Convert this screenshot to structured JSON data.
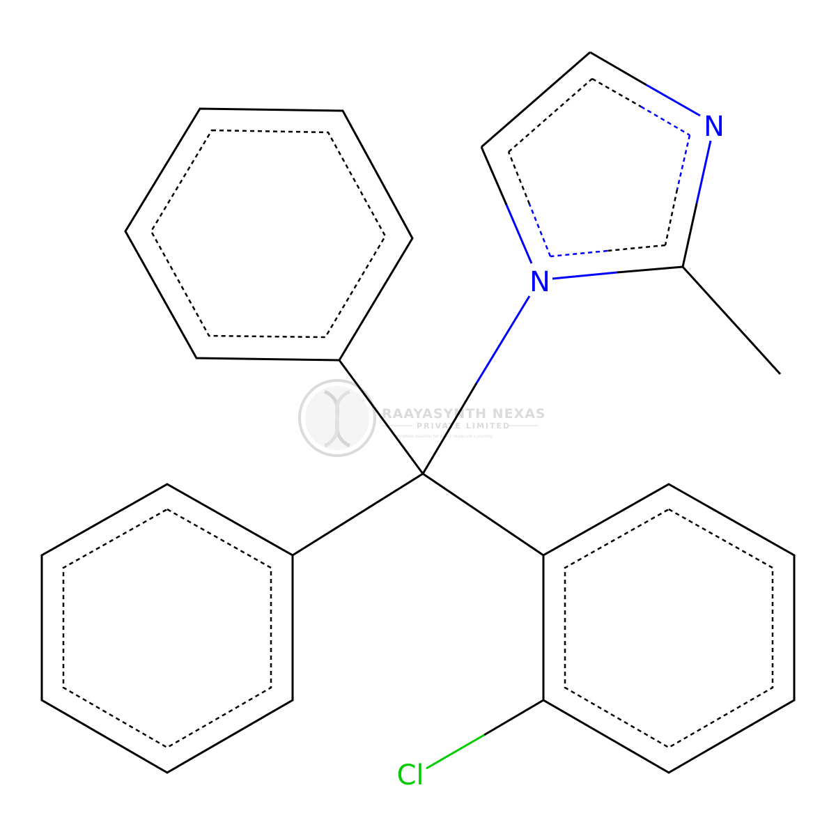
{
  "molecule": {
    "atom_labels": {
      "n_imine": "N",
      "n_pyrrole": "N",
      "chlorine": "Cl"
    },
    "colors": {
      "bond": "#000000",
      "nitrogen": "#0000ff",
      "chlorine": "#00cc00",
      "background": "#ffffff"
    }
  },
  "watermark": {
    "title": "RAAYASYNTH NEXAS",
    "subtitle": "PRIVATE LIMITED",
    "tagline": "complete solution for every molecule's journey",
    "color": "#b4b4b4"
  }
}
